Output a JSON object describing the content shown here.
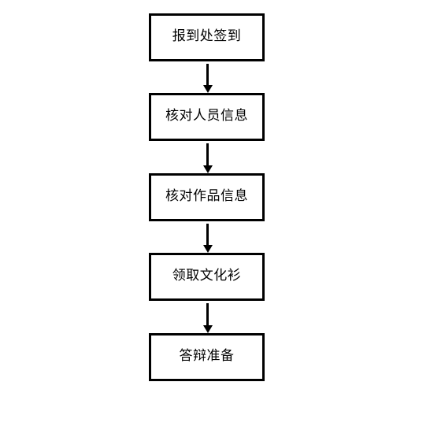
{
  "flowchart": {
    "steps": [
      {
        "label": "报到处签到"
      },
      {
        "label": "核对人员信息"
      },
      {
        "label": "核对作品信息"
      },
      {
        "label": "领取文化衫"
      },
      {
        "label": "答辩准备"
      }
    ],
    "colors": {
      "stroke": "#000000",
      "fill": "#ffffff",
      "text": "#000000"
    }
  }
}
